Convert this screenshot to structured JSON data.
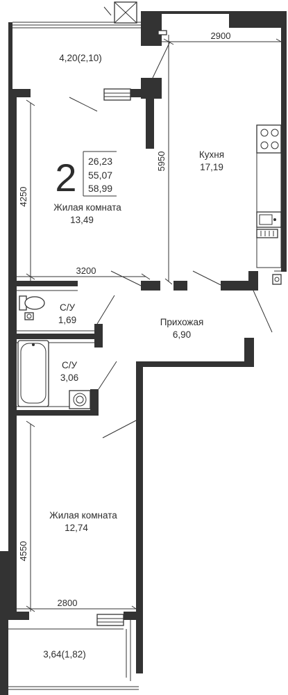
{
  "apartment": {
    "rooms_count": "2",
    "areas": [
      "26,23",
      "55,07",
      "58,99"
    ]
  },
  "rooms": {
    "balcony_top": {
      "area": "4,20(2,10)"
    },
    "living1": {
      "name": "Жилая комната",
      "area": "13,49"
    },
    "kitchen": {
      "name": "Кухня",
      "area": "17,19"
    },
    "bath1": {
      "name": "С/У",
      "area": "1,69"
    },
    "bath2": {
      "name": "С/У",
      "area": "3,06"
    },
    "hallway": {
      "name": "Прихожая",
      "area": "6,90"
    },
    "living2": {
      "name": "Жилая комната",
      "area": "12,74"
    },
    "balcony_bottom": {
      "area": "3,64(1,82)"
    }
  },
  "dimensions": {
    "kitchen_width": "2900",
    "kitchen_length": "5950",
    "living1_height": "4250",
    "living1_width": "3200",
    "living2_height": "4550",
    "living2_width": "2800"
  },
  "colors": {
    "wall": "#333333",
    "line": "#333333",
    "background": "#ffffff"
  }
}
